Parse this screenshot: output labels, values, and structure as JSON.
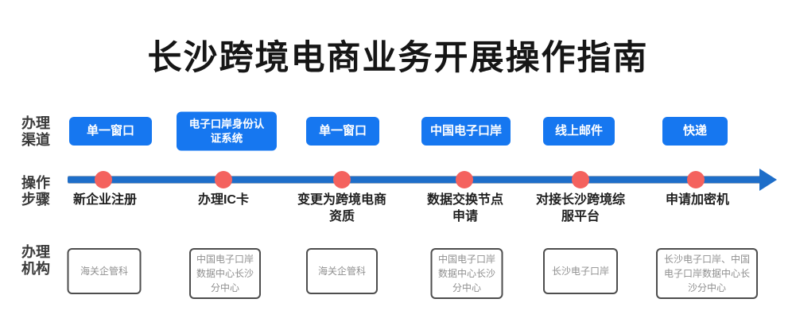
{
  "title": "长沙跨境电商业务开展操作指南",
  "colors": {
    "button_blue": "#1677f0",
    "timeline_blue": "#1e6ec9",
    "dot_red": "#f4625e",
    "box_border": "#4d4d4d",
    "box_text": "#8f8f8f"
  },
  "row_labels": {
    "channels": "办理\n渠道",
    "steps": "操作\n步骤",
    "agencies": "办理\n机构"
  },
  "columns": [
    {
      "channel": "单一窗口",
      "step": "新企业注册",
      "agency": "海关企管科"
    },
    {
      "channel": "电子口岸身份认\n证系统",
      "step": "办理IC卡",
      "agency": "中国电子口岸\n数据中心长沙\n分中心"
    },
    {
      "channel": "单一窗口",
      "step": "变更为跨境电商\n资质",
      "agency": "海关企管科"
    },
    {
      "channel": "中国电子口岸",
      "step": "数据交换节点\n申请",
      "agency": "中国电子口岸\n数据中心长沙\n分中心"
    },
    {
      "channel": "线上邮件",
      "step": "对接长沙跨境综\n服平台",
      "agency": "长沙电子口岸"
    },
    {
      "channel": "快递",
      "step": "申请加密机",
      "agency": "长沙电子口岸、中国\n电子口岸数据中心长\n沙分中心"
    }
  ]
}
